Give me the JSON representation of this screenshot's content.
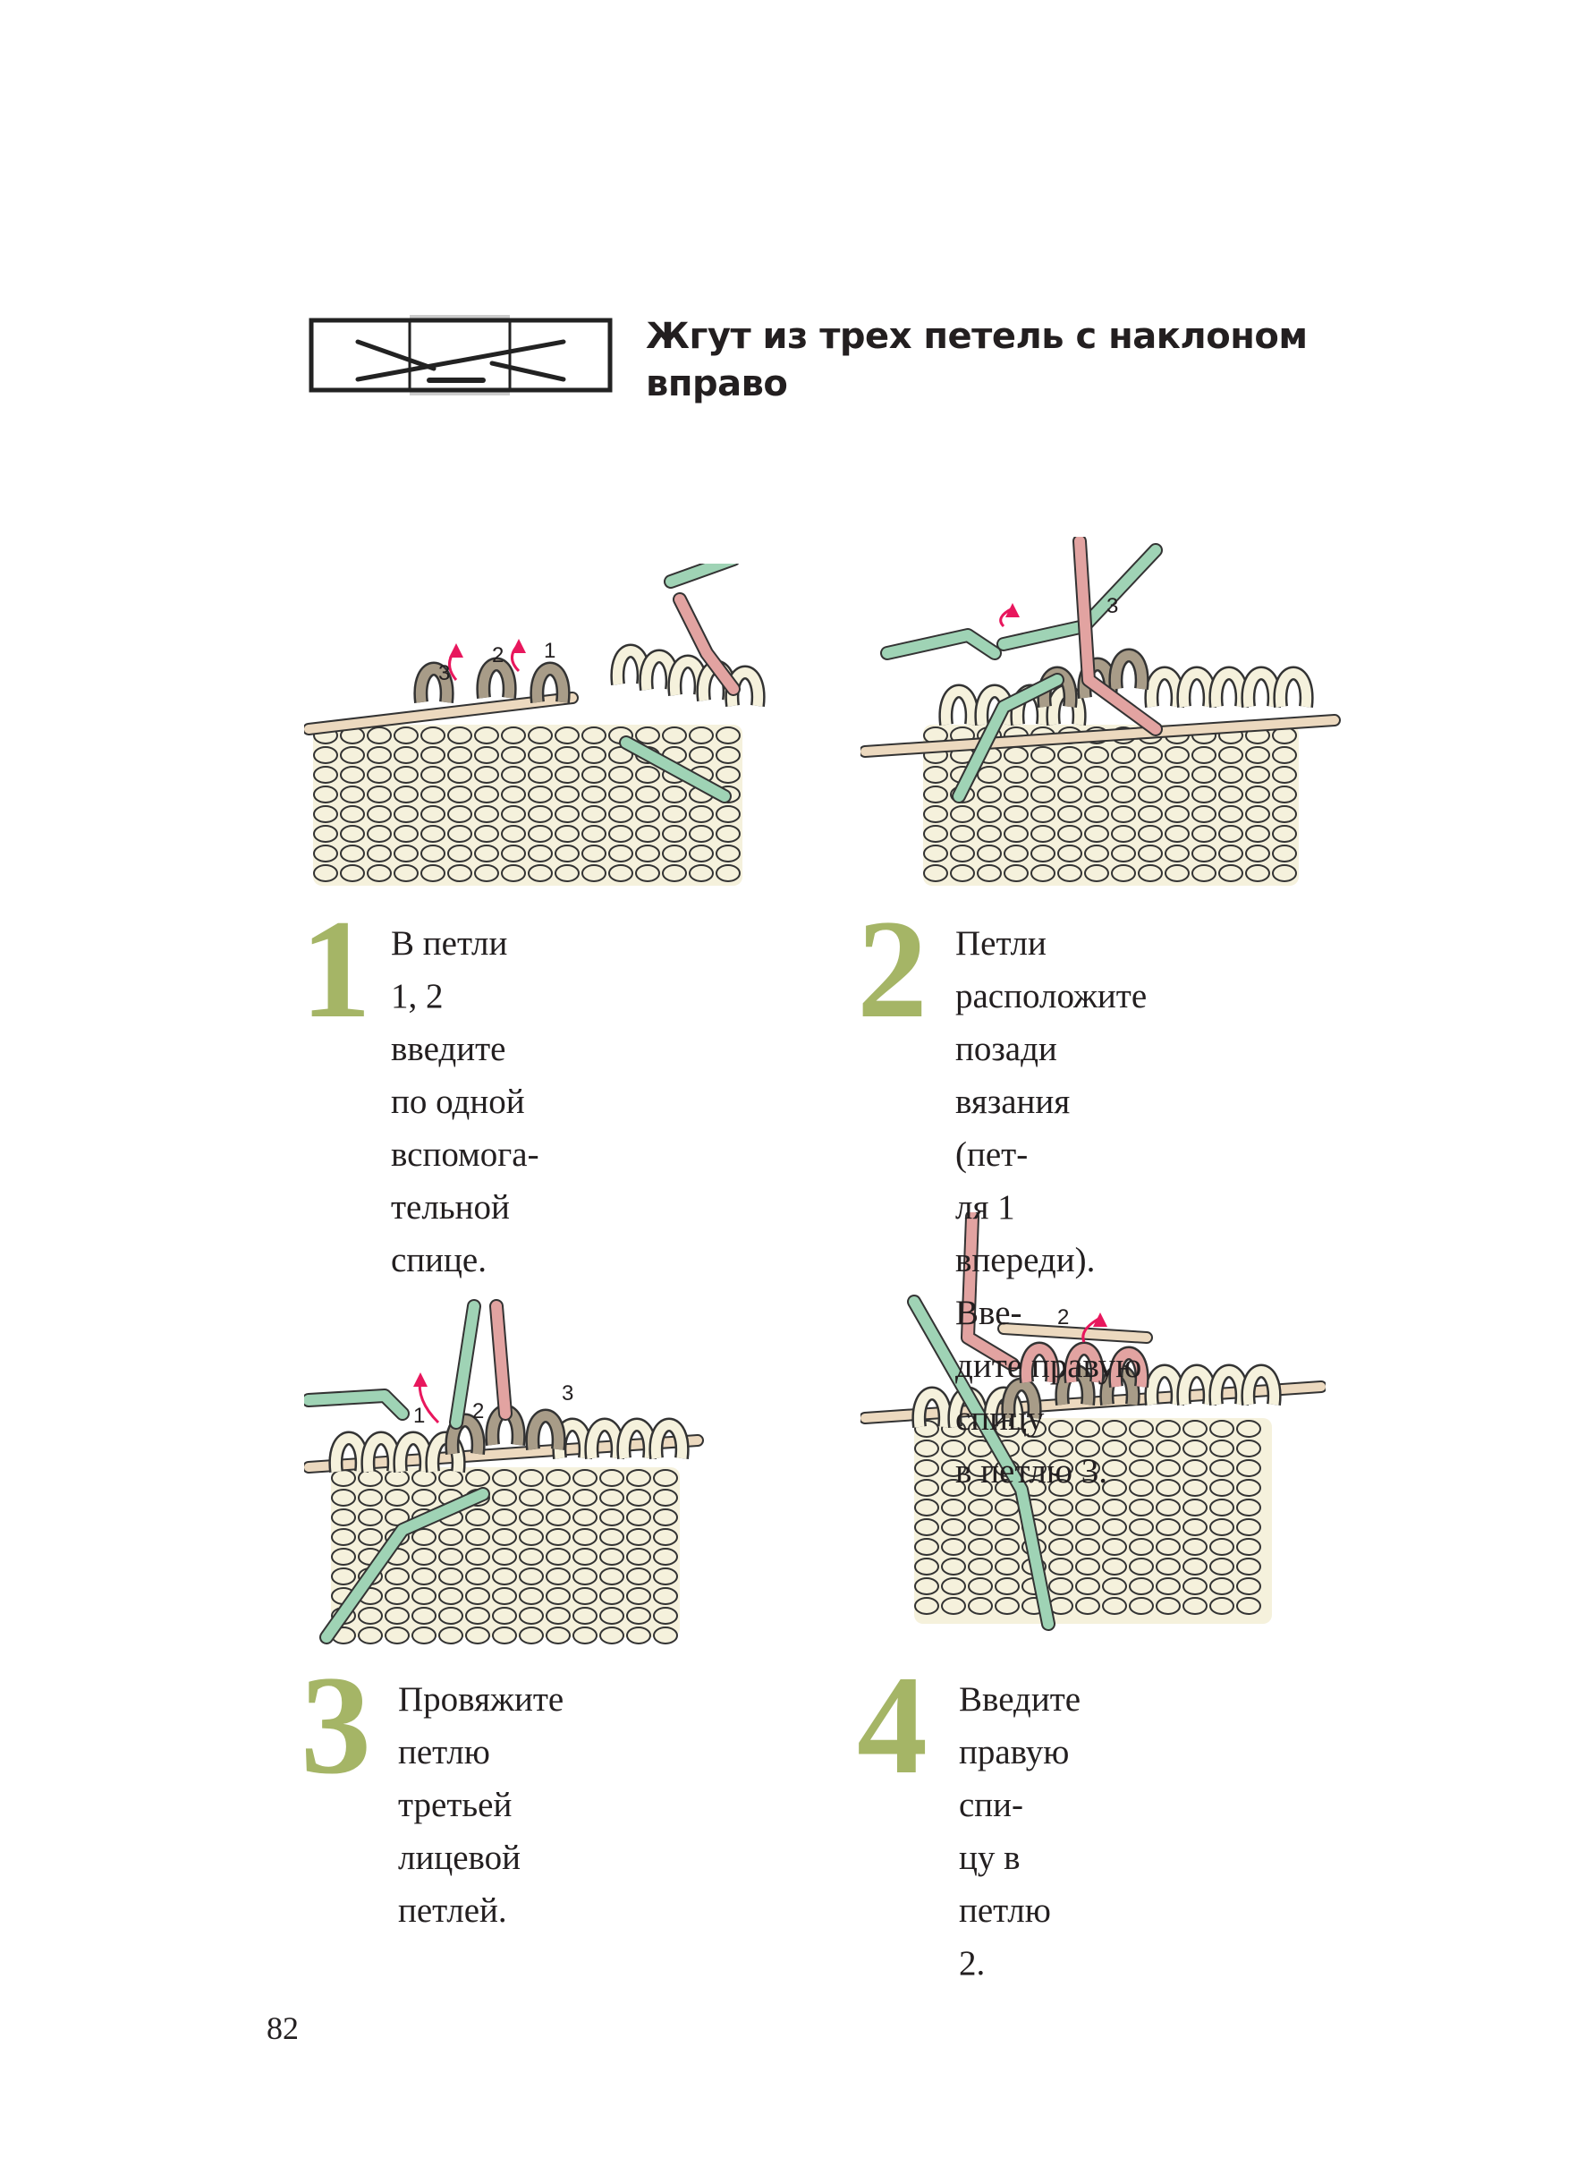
{
  "header": {
    "symbol": "cable-3-right-chart-symbol",
    "title_line1": "Жгут из трех петель с наклоном",
    "title_line2": "вправо"
  },
  "steps": [
    {
      "number": "1",
      "text": "В петли 1, 2 введите\nпо одной вспомога-\nтельной спице.",
      "labels": [
        "3",
        "2",
        "1"
      ]
    },
    {
      "number": "2",
      "text": "Петли расположите\nпозади вязания (пет-\nля 1 впереди). Вве-\nдите правую спицу\nв петлю 3.",
      "labels": [
        "3"
      ]
    },
    {
      "number": "3",
      "text": "Провяжите петлю\nтретьей лицевой\nпетлей.",
      "labels": [
        "1",
        "2",
        "3"
      ]
    },
    {
      "number": "4",
      "text": "Введите правую спи-\nцу в петлю 2.",
      "labels": [
        "2"
      ]
    }
  ],
  "page_number": "82",
  "colors": {
    "accent": "#a5b566",
    "arrow": "#e8175d",
    "needle_green": "#9fd3b5",
    "yarn_pink": "#e2a3a1",
    "loop_taupe": "#a89c88",
    "fabric": "#f5f1dc"
  }
}
